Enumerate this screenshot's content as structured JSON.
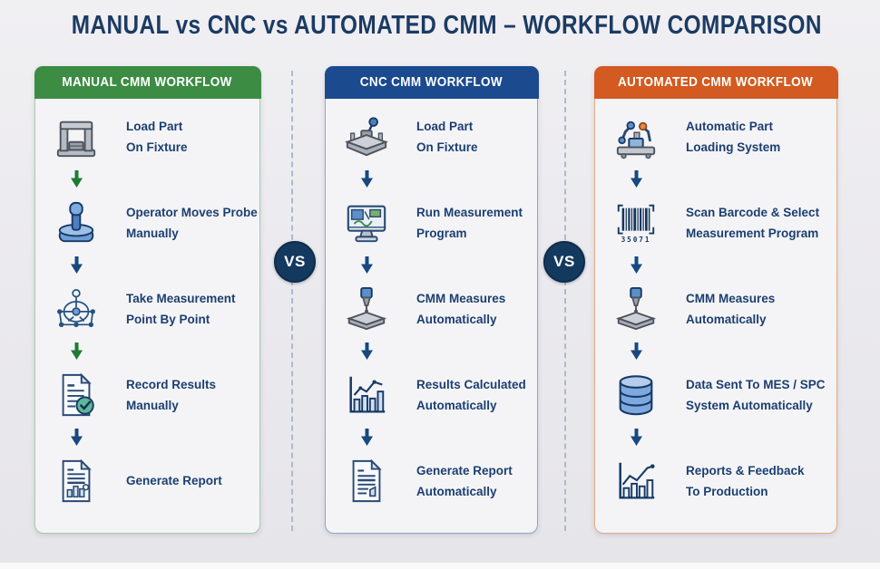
{
  "title": "MANUAL vs CNC vs AUTOMATED CMM – WORKFLOW COMPARISON",
  "vs_badges": [
    {
      "label": "VS"
    },
    {
      "label": "VS"
    }
  ],
  "colors": {
    "background": "#ecebee",
    "title_text": "#1b3b63",
    "body_text": "#1c3f70",
    "manual_header": "#3c8c44",
    "cnc_header": "#1b4a8f",
    "automated_header": "#d35a20",
    "vs_badge": "#14395f",
    "arrow_green": "#1e7a33",
    "arrow_navy": "#17497f"
  },
  "columns": [
    {
      "id": "manual",
      "header": "MANUAL CMM WORKFLOW",
      "steps": [
        {
          "icon": "fixture-frame-icon",
          "lines": [
            "Load Part",
            "On Fixture"
          ]
        },
        {
          "icon": "joystick-icon",
          "lines": [
            "Operator Moves Probe",
            "Manually"
          ]
        },
        {
          "icon": "measurement-points-icon",
          "lines": [
            "Take Measurement",
            "Point By Point"
          ]
        },
        {
          "icon": "document-check-icon",
          "lines": [
            "Record Results",
            "Manually"
          ]
        },
        {
          "icon": "report-document-icon",
          "lines": [
            "Generate Report"
          ]
        }
      ]
    },
    {
      "id": "cnc",
      "header": "CNC CMM WORKFLOW",
      "steps": [
        {
          "icon": "fixture-part-icon",
          "lines": [
            "Load Part",
            "On Fixture"
          ]
        },
        {
          "icon": "monitor-program-icon",
          "lines": [
            "Run Measurement",
            "Program"
          ]
        },
        {
          "icon": "cmm-probe-icon",
          "lines": [
            "CMM Measures",
            "Automatically"
          ]
        },
        {
          "icon": "results-chart-icon",
          "lines": [
            "Results Calculated",
            "Automatically"
          ]
        },
        {
          "icon": "report-document-icon",
          "lines": [
            "Generate Report",
            "Automatically"
          ]
        }
      ]
    },
    {
      "id": "automated",
      "header": "AUTOMATED CMM WORKFLOW",
      "steps": [
        {
          "icon": "robot-loader-icon",
          "lines": [
            "Automatic Part",
            "Loading System"
          ]
        },
        {
          "icon": "barcode-icon",
          "digits": "35071",
          "lines": [
            "Scan Barcode & Select",
            "Measurement Program"
          ]
        },
        {
          "icon": "cmm-probe-icon",
          "lines": [
            "CMM Measures",
            "Automatically"
          ]
        },
        {
          "icon": "database-icon",
          "lines": [
            "Data Sent To MES / SPC",
            "System Automatically"
          ]
        },
        {
          "icon": "trend-chart-icon",
          "lines": [
            "Reports & Feedback",
            "To Production"
          ]
        }
      ]
    }
  ]
}
